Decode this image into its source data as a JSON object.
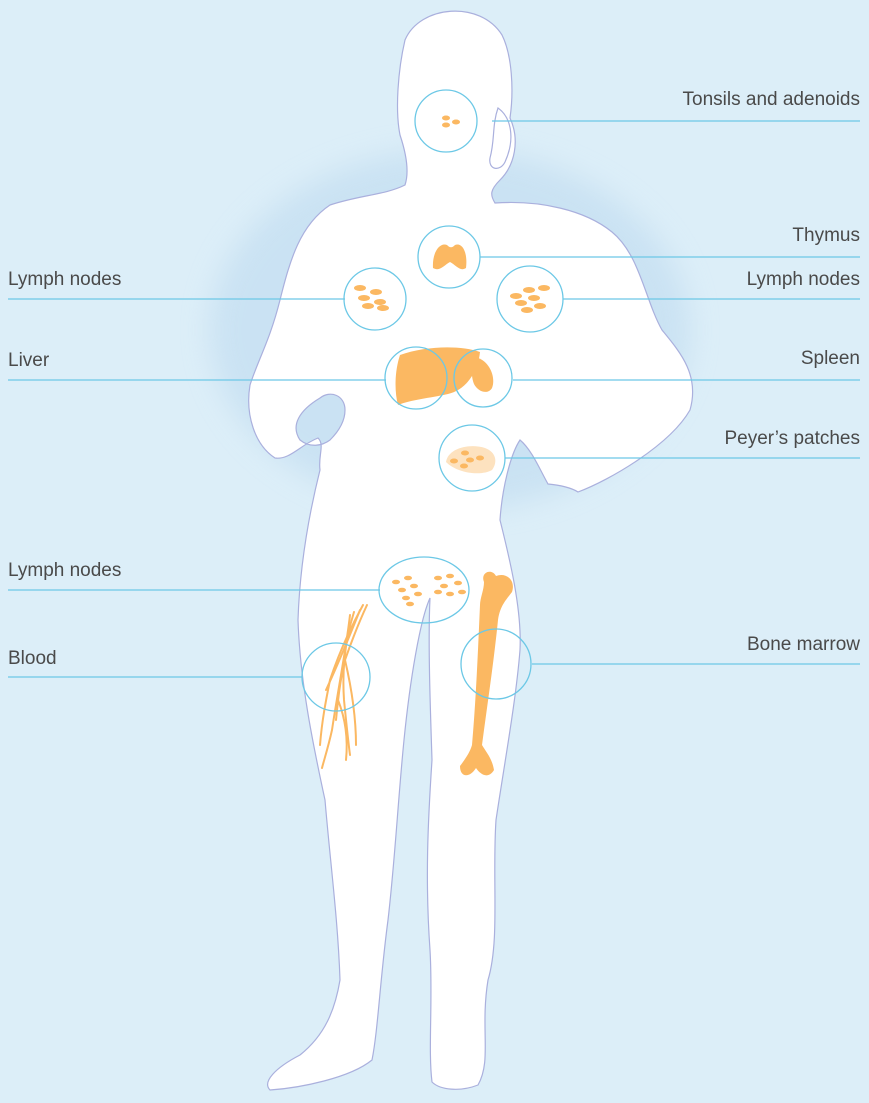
{
  "colors": {
    "background": "#dceef8",
    "body": "#ffffff",
    "outline": "#aab0dd",
    "leader_line": "#6cc8e6",
    "organ": "#fbb862",
    "organ_light": "#fde2bf",
    "label_text": "#4a4a4a"
  },
  "labels": {
    "tonsils": "Tonsils and adenoids",
    "thymus": "Thymus",
    "lymph_nodes_left_upper": "Lymph nodes",
    "lymph_nodes_right_upper": "Lymph nodes",
    "liver": "Liver",
    "spleen": "Spleen",
    "peyers_patches": "Peyer’s patches",
    "lymph_nodes_groin": "Lymph nodes",
    "blood": "Blood",
    "bone_marrow": "Bone marrow"
  }
}
